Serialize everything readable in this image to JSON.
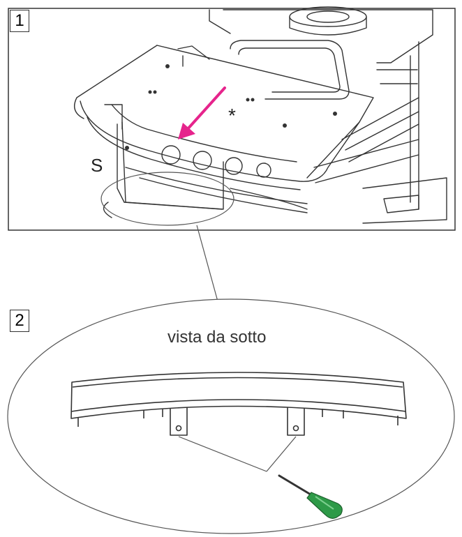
{
  "panels": [
    {
      "step": "1"
    },
    {
      "step": "2",
      "caption": "vista da sotto"
    }
  ],
  "callouts": {
    "star": "*",
    "side": "S"
  },
  "colors": {
    "line": "#333333",
    "arrow": "#e6248c",
    "screwdriver_handle": "#2e9a48",
    "background": "#ffffff"
  },
  "icons": [
    "arrow-icon",
    "screwdriver-icon"
  ]
}
